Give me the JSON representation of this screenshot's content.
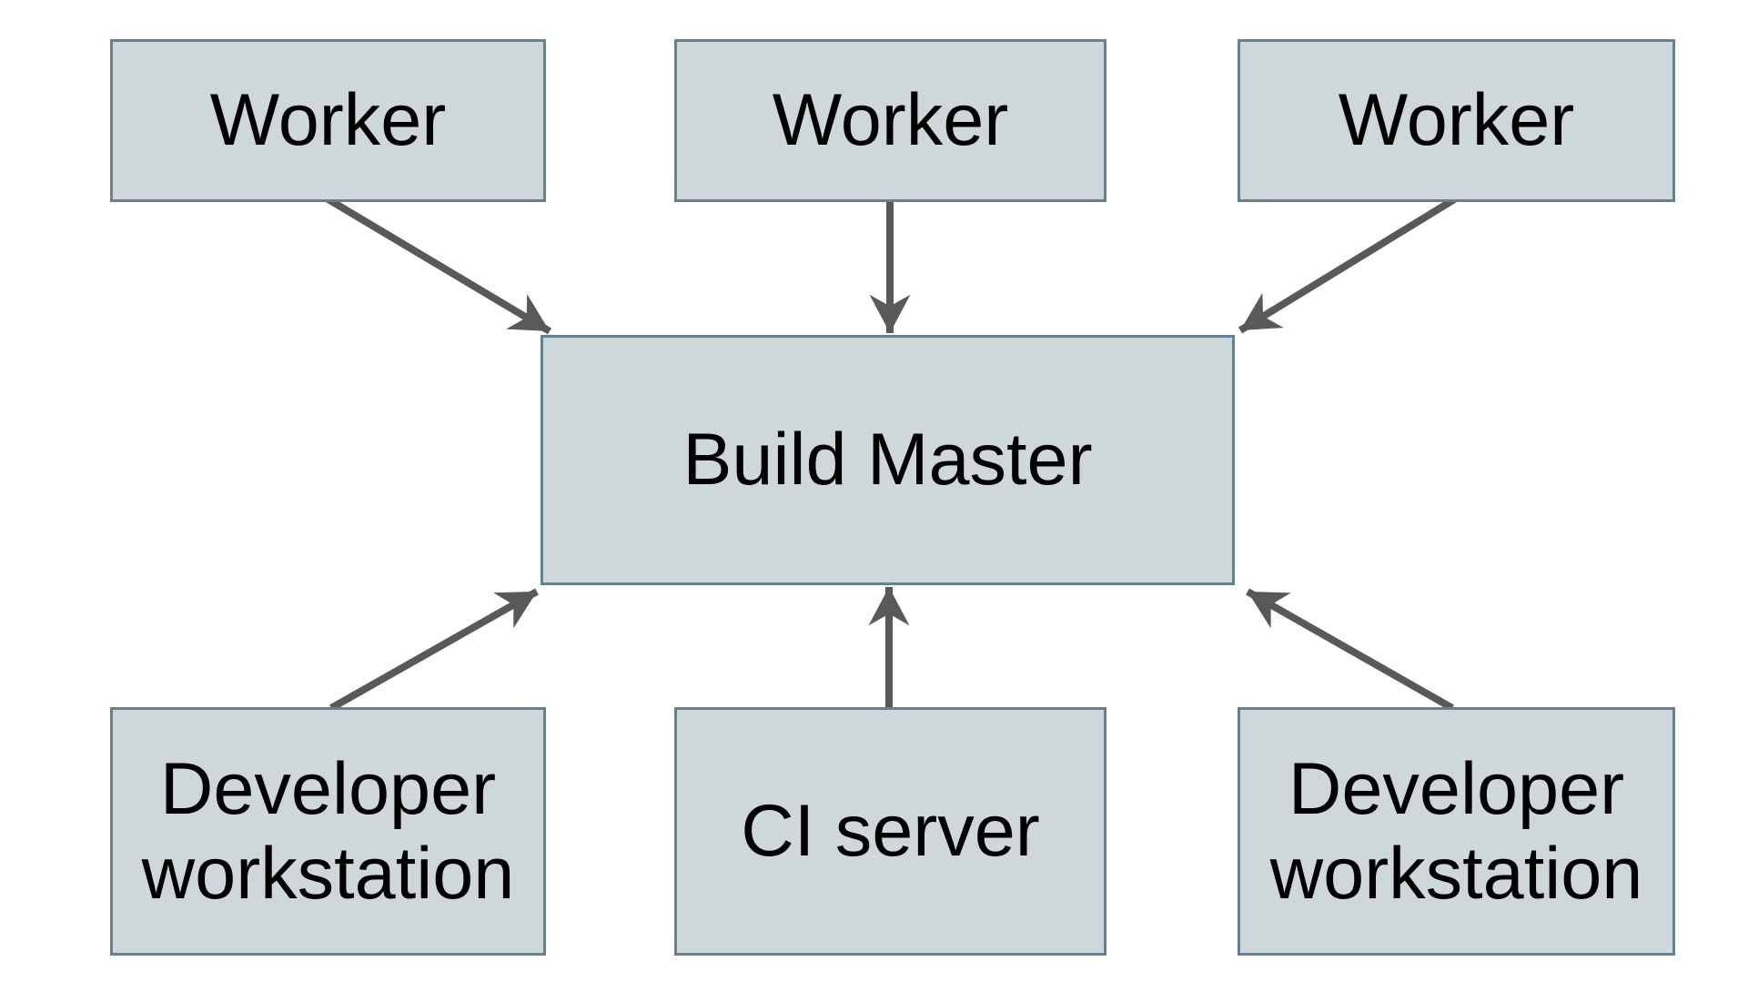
{
  "diagram": {
    "nodes": [
      {
        "id": "worker-1",
        "label": "Worker"
      },
      {
        "id": "worker-2",
        "label": "Worker"
      },
      {
        "id": "worker-3",
        "label": "Worker"
      },
      {
        "id": "build-master",
        "label": "Build Master"
      },
      {
        "id": "developer-workstation-left",
        "label": "Developer workstation"
      },
      {
        "id": "ci-server",
        "label": "CI server"
      },
      {
        "id": "developer-workstation-right",
        "label": "Developer workstation"
      }
    ],
    "edges": [
      {
        "from": "worker-1",
        "to": "build-master"
      },
      {
        "from": "worker-2",
        "to": "build-master"
      },
      {
        "from": "worker-3",
        "to": "build-master"
      },
      {
        "from": "developer-workstation-left",
        "to": "build-master"
      },
      {
        "from": "ci-server",
        "to": "build-master"
      },
      {
        "from": "developer-workstation-right",
        "to": "build-master"
      }
    ],
    "colors": {
      "background": "#ffffff",
      "node_fill": "#ced7da",
      "node_border": "#64818f",
      "arrow": "#595959",
      "text": "#000000"
    }
  }
}
